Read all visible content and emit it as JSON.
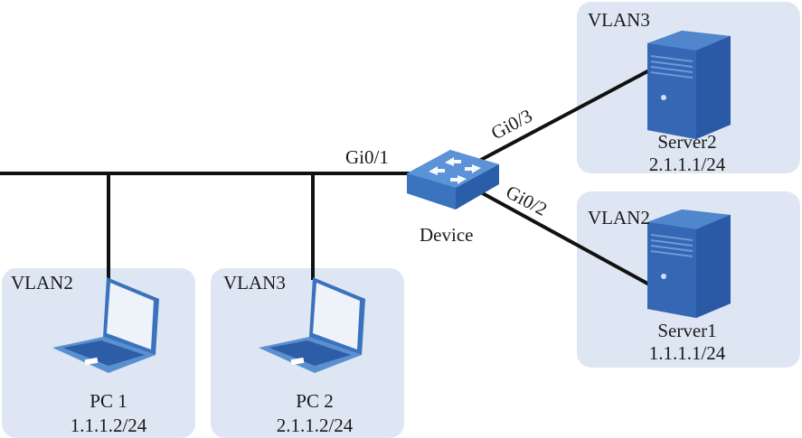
{
  "diagram": {
    "title": "VLAN network topology",
    "device": {
      "name": "Device",
      "type": "switch"
    },
    "ports": {
      "uplink": "Gi0/1",
      "server1_port": "Gi0/2",
      "server2_port": "Gi0/3"
    },
    "hosts": [
      {
        "name": "PC 1",
        "ip": "1.1.1.2/24",
        "vlan": "VLAN2",
        "type": "laptop"
      },
      {
        "name": "PC 2",
        "ip": "2.1.1.2/24",
        "vlan": "VLAN3",
        "type": "laptop"
      },
      {
        "name": "Server1",
        "ip": "1.1.1.1/24",
        "vlan": "VLAN2",
        "type": "server",
        "port": "Gi0/2"
      },
      {
        "name": "Server2",
        "ip": "2.1.1.1/24",
        "vlan": "VLAN3",
        "type": "server",
        "port": "Gi0/3"
      }
    ],
    "colors": {
      "zone": "#dde6f2",
      "device_blue": "#3a74bf",
      "server_blue": "#2f5fae",
      "line": "#111111"
    }
  }
}
